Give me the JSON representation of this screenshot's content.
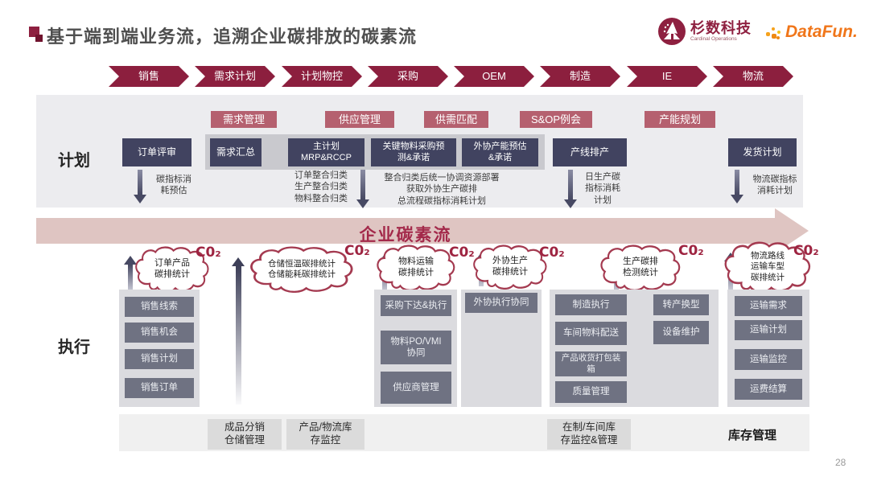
{
  "title": "基于端到端业务流，追溯企业碳排放的碳素流",
  "page_number": "28",
  "logos": {
    "cardinal_name": "杉数科技",
    "cardinal_sub": "Cardinal Operations",
    "datafun": "DataFun."
  },
  "flow_stages": [
    "销售",
    "需求计划",
    "计划物控",
    "采购",
    "OEM",
    "制造",
    "IE",
    "物流"
  ],
  "plan": {
    "label": "计划",
    "tags": [
      "需求管理",
      "供应管理",
      "供需匹配",
      "S&OP例会",
      "产能规划"
    ],
    "boxes": [
      "订单评审",
      "需求汇总",
      "主计划\nMRP&RCCP",
      "关键物料采购预\n测&承诺",
      "外协产能预估\n&承诺",
      "产线排产",
      "发货计划"
    ],
    "annotations": [
      "碳指标消\n耗预估",
      "订单整合归类\n生产整合归类\n物料整合归类",
      "整合归类后统一协调资源部署\n获取外协生产碳排\n总流程碳指标消耗计划",
      "日生产碳\n指标消耗\n计划",
      "物流碳指标\n消耗计划"
    ]
  },
  "banner": "企业碳素流",
  "co2": "C0₂",
  "clouds": [
    "订单产品\n碳排统计",
    "仓储恒温碳排统计\n仓储能耗碳排统计",
    "物料运输\n碳排统计",
    "外协生产\n碳排统计",
    "生产碳排\n检测统计",
    "物流路线\n运输车型\n碳排统计"
  ],
  "execution": {
    "label": "执行",
    "sales": [
      "销售线索",
      "销售机会",
      "销售计划",
      "销售订单"
    ],
    "procurement": [
      "采购下达&执行",
      "物料PO/VMI\n协同",
      "供应商管理"
    ],
    "oem": [
      "外协执行协同"
    ],
    "manufacturing_left": [
      "制造执行",
      "车间物料配送",
      "产品收货打包装\n箱",
      "质量管理"
    ],
    "manufacturing_right": [
      "转产换型",
      "设备维护"
    ],
    "logistics": [
      "运输需求",
      "运输计划",
      "运输监控",
      "运费结算"
    ]
  },
  "inventory": {
    "boxes": [
      "成品分销\n仓储管理",
      "产品/物流库\n存监控",
      "在制/车间库\n存监控&管理"
    ],
    "label": "库存管理"
  },
  "colors": {
    "brand_red": "#8C1F3E",
    "rose_tag": "#B5606F",
    "navy_box": "#414360",
    "exec_box": "#6F7282",
    "banner_pink": "#DFC5C2",
    "co2_red": "#9E2441",
    "datafun_orange": "#F0761A"
  }
}
